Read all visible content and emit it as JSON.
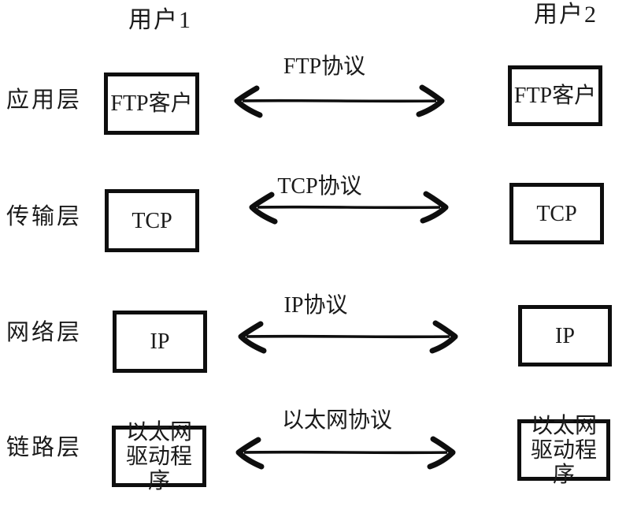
{
  "page": {
    "background": "#ffffff",
    "ink": "#1a1a1a",
    "line_color": "#0e0e0e"
  },
  "users": [
    {
      "label": "用户1"
    },
    {
      "label": "用户2"
    }
  ],
  "rows": [
    {
      "layer": "应用层",
      "left_box": "FTP客户",
      "right_box": "FTP客户",
      "protocol": "FTP协议"
    },
    {
      "layer": "传输层",
      "left_box": "TCP",
      "right_box": "TCP",
      "protocol": "TCP协议"
    },
    {
      "layer": "网络层",
      "left_box": "IP",
      "right_box": "IP",
      "protocol": "IP协议"
    },
    {
      "layer": "链路层",
      "left_box": "以太网\n驱动程序",
      "right_box": "以太网\n驱动程序",
      "protocol": "以太网协议"
    }
  ]
}
